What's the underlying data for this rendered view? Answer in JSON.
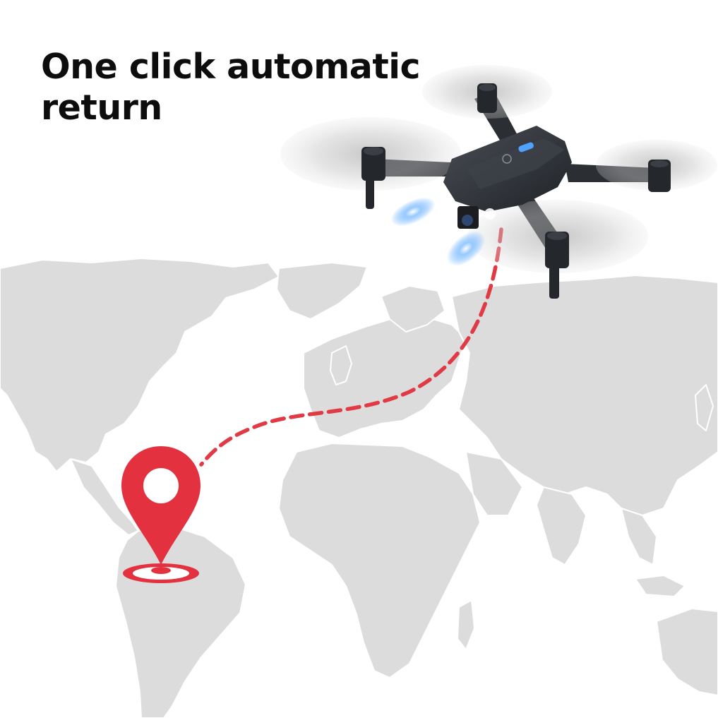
{
  "headline": {
    "line1": "One click automatic",
    "line2": "return"
  },
  "colors": {
    "background": "#ffffff",
    "landmass": "#dcdcdc",
    "route": "#e03a44",
    "pin": "#e3313f",
    "drone_body": "#2b2e33",
    "led": "#4fa3ff"
  },
  "icons": {
    "map": "world-map-illustration",
    "pin": "location-pin-icon",
    "drone": "quadcopter-drone"
  }
}
